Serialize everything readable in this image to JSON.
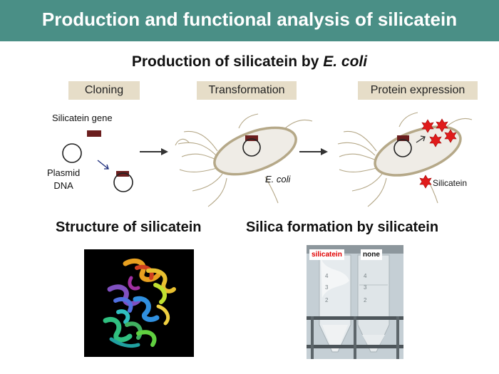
{
  "title": "Production and functional analysis of silicatein",
  "ecoli_section": {
    "heading": "Production of silicatein by ",
    "heading_italic": "E. coli",
    "steps": [
      "Cloning",
      "Transformation",
      "Protein expression"
    ],
    "labels": {
      "gene": "Silicatein gene",
      "plasmid_line1": "Plasmid",
      "plasmid_line2": "DNA",
      "ecoli": "E. coli",
      "silicatein": "Silicatein"
    }
  },
  "structure_section": {
    "heading": "Structure of silicatein"
  },
  "formation_section": {
    "heading": "Silica formation by silicatein",
    "tube_labels": [
      "silicatein",
      "none"
    ],
    "tube_scale": [
      "4",
      "3",
      "2"
    ]
  },
  "colors": {
    "title_bar": "#4a8f86",
    "step_box": "#e6ddc8",
    "gene_block": "#6b1e1e",
    "cell_fill": "#efece6",
    "cell_outline": "#b5a888",
    "silicatein_star": "#e01b1b",
    "arrow": "#333333"
  }
}
